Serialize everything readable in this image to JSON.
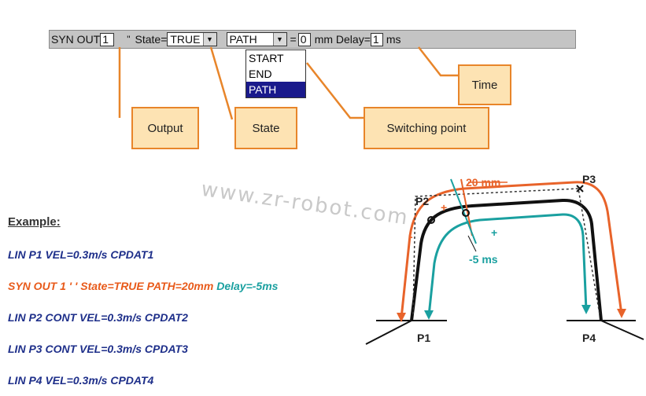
{
  "toolbar": {
    "syn_out_label": "SYN OUT",
    "output_value": "1",
    "quote_mark": "\"",
    "state_label": "State=",
    "state_value": "TRUE",
    "mode_value": "PATH",
    "equals": "=",
    "distance_value": "0",
    "mm_delay_label": "mm Delay=",
    "delay_value": "1",
    "ms_label": "ms"
  },
  "mode_options": [
    "START",
    "END",
    "PATH"
  ],
  "callouts": {
    "output": "Output",
    "state": "State",
    "switching_point": "Switching point",
    "time": "Time"
  },
  "watermark": "www.zr-robot.com",
  "example": {
    "title": "Example:",
    "lines": [
      "LIN P1 VEL=0.3m/s CPDAT1",
      "SYN OUT 1 ' ' State=TRUE PATH=20mm",
      "Delay=-5ms",
      "LIN P2 CONT VEL=0.3m/s CPDAT2",
      "LIN P3 CONT VEL=0.3m/s CPDAT3",
      "LIN P4 VEL=0.3m/s CPDAT4"
    ]
  },
  "diagram": {
    "p1": "P1",
    "p2": "P2",
    "p3": "P3",
    "p4": "P4",
    "offset_20mm": "20 mm",
    "offset_5ms": "-5 ms",
    "plus": "+",
    "minus": "-",
    "colors": {
      "orange": "#e8632a",
      "teal": "#1aa0a0",
      "black": "#111111"
    }
  }
}
